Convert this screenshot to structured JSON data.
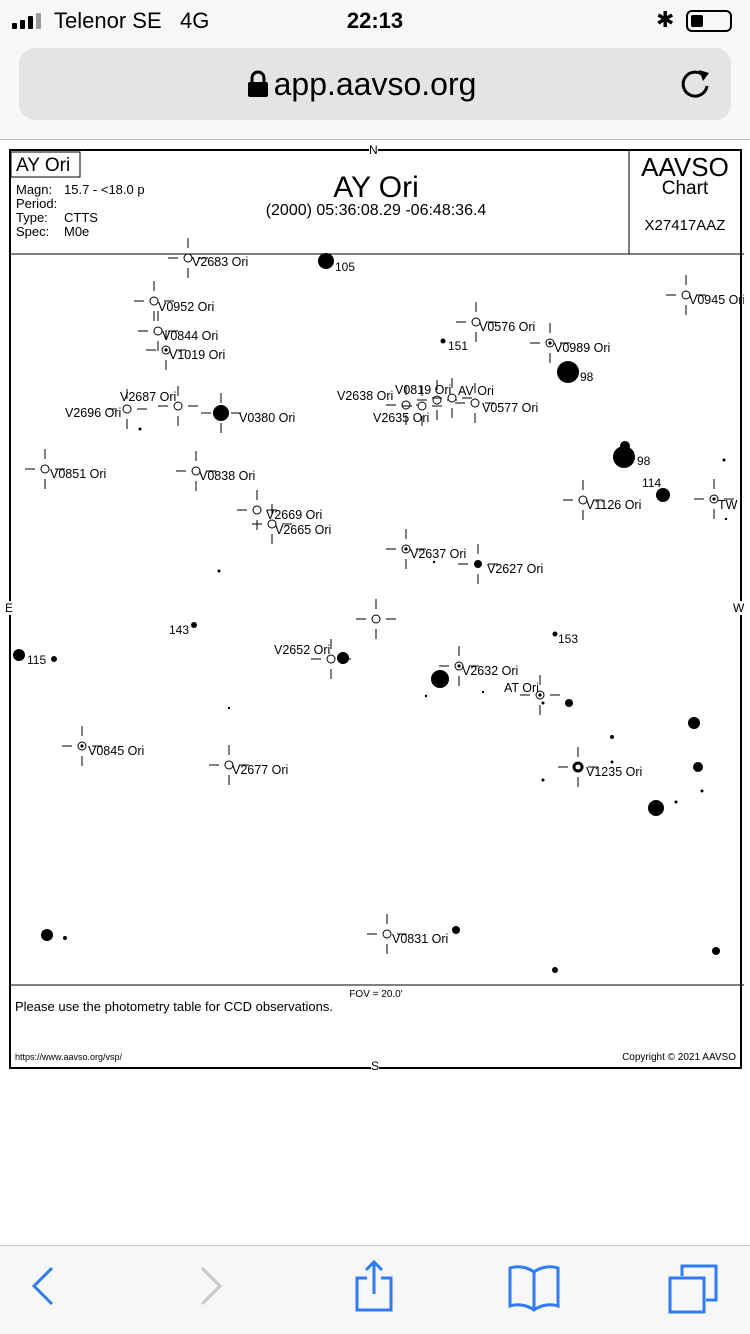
{
  "status": {
    "carrier": "Telenor SE",
    "network": "4G",
    "time": "22:13"
  },
  "browser": {
    "url": "app.aavso.org"
  },
  "chart_header": {
    "star_box": "AY Ori",
    "magn_label": "Magn:",
    "magn": "15.7 - <18.0 p",
    "period_label": "Period:",
    "type_label": "Type:",
    "type": "CTTS",
    "spec_label": "Spec:",
    "spec": "M0e",
    "title": "AY Ori",
    "coords": "(2000) 05:36:08.29  -06:48:36.4",
    "org": "AAVSO",
    "chart_word": "Chart",
    "chart_id": "X27417AAZ"
  },
  "compass": {
    "n": "N",
    "s": "S",
    "e": "E",
    "w": "W"
  },
  "footer": {
    "fov": "FOV = 20.0'",
    "note": "Please use the photometry table for CCD observations.",
    "url": "https://www.aavso.org/vsp/",
    "copyright": "Copyright © 2021 AAVSO"
  },
  "variables": [
    "V2683 Ori",
    "V0952 Ori",
    "V0844 Ori",
    "V1019 Ori",
    "V2687 Ori",
    "V2696 Ori",
    "V0380 Ori",
    "V0851 Ori",
    "V0838 Ori",
    "V2669 Ori",
    "V2665 Ori",
    "V0576 Ori",
    "V0989 Ori",
    "V0945 Ori",
    "V2638 Ori",
    "V0819 Ori",
    "AV Ori",
    "V2635 Ori",
    "V0577 Ori",
    "V1126 Ori",
    "TW",
    "V2637 Ori",
    "V2627 Ori",
    "V2652 Ori",
    "V2632 Ori",
    "AT Ori",
    "V0845 Ori",
    "V2677 Ori",
    "V1235 Ori",
    "V0831 Ori"
  ],
  "comparison_labels": [
    "105",
    "151",
    "98",
    "98",
    "114",
    "143",
    "115",
    "153"
  ]
}
